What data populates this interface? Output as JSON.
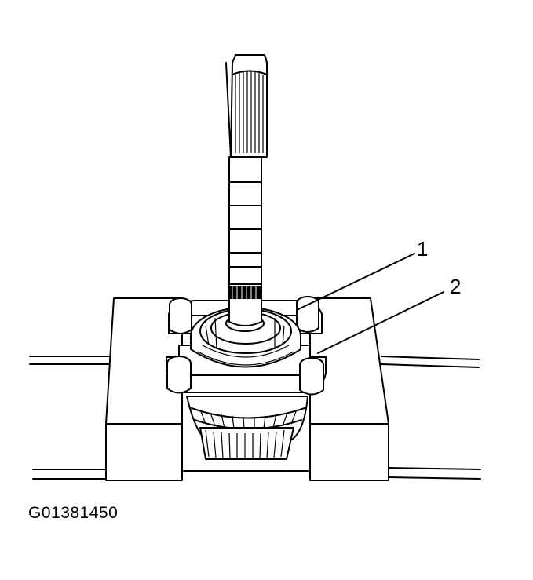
{
  "figure": {
    "callouts": [
      {
        "number": "1"
      },
      {
        "number": "2"
      }
    ],
    "code": "G01381450"
  }
}
